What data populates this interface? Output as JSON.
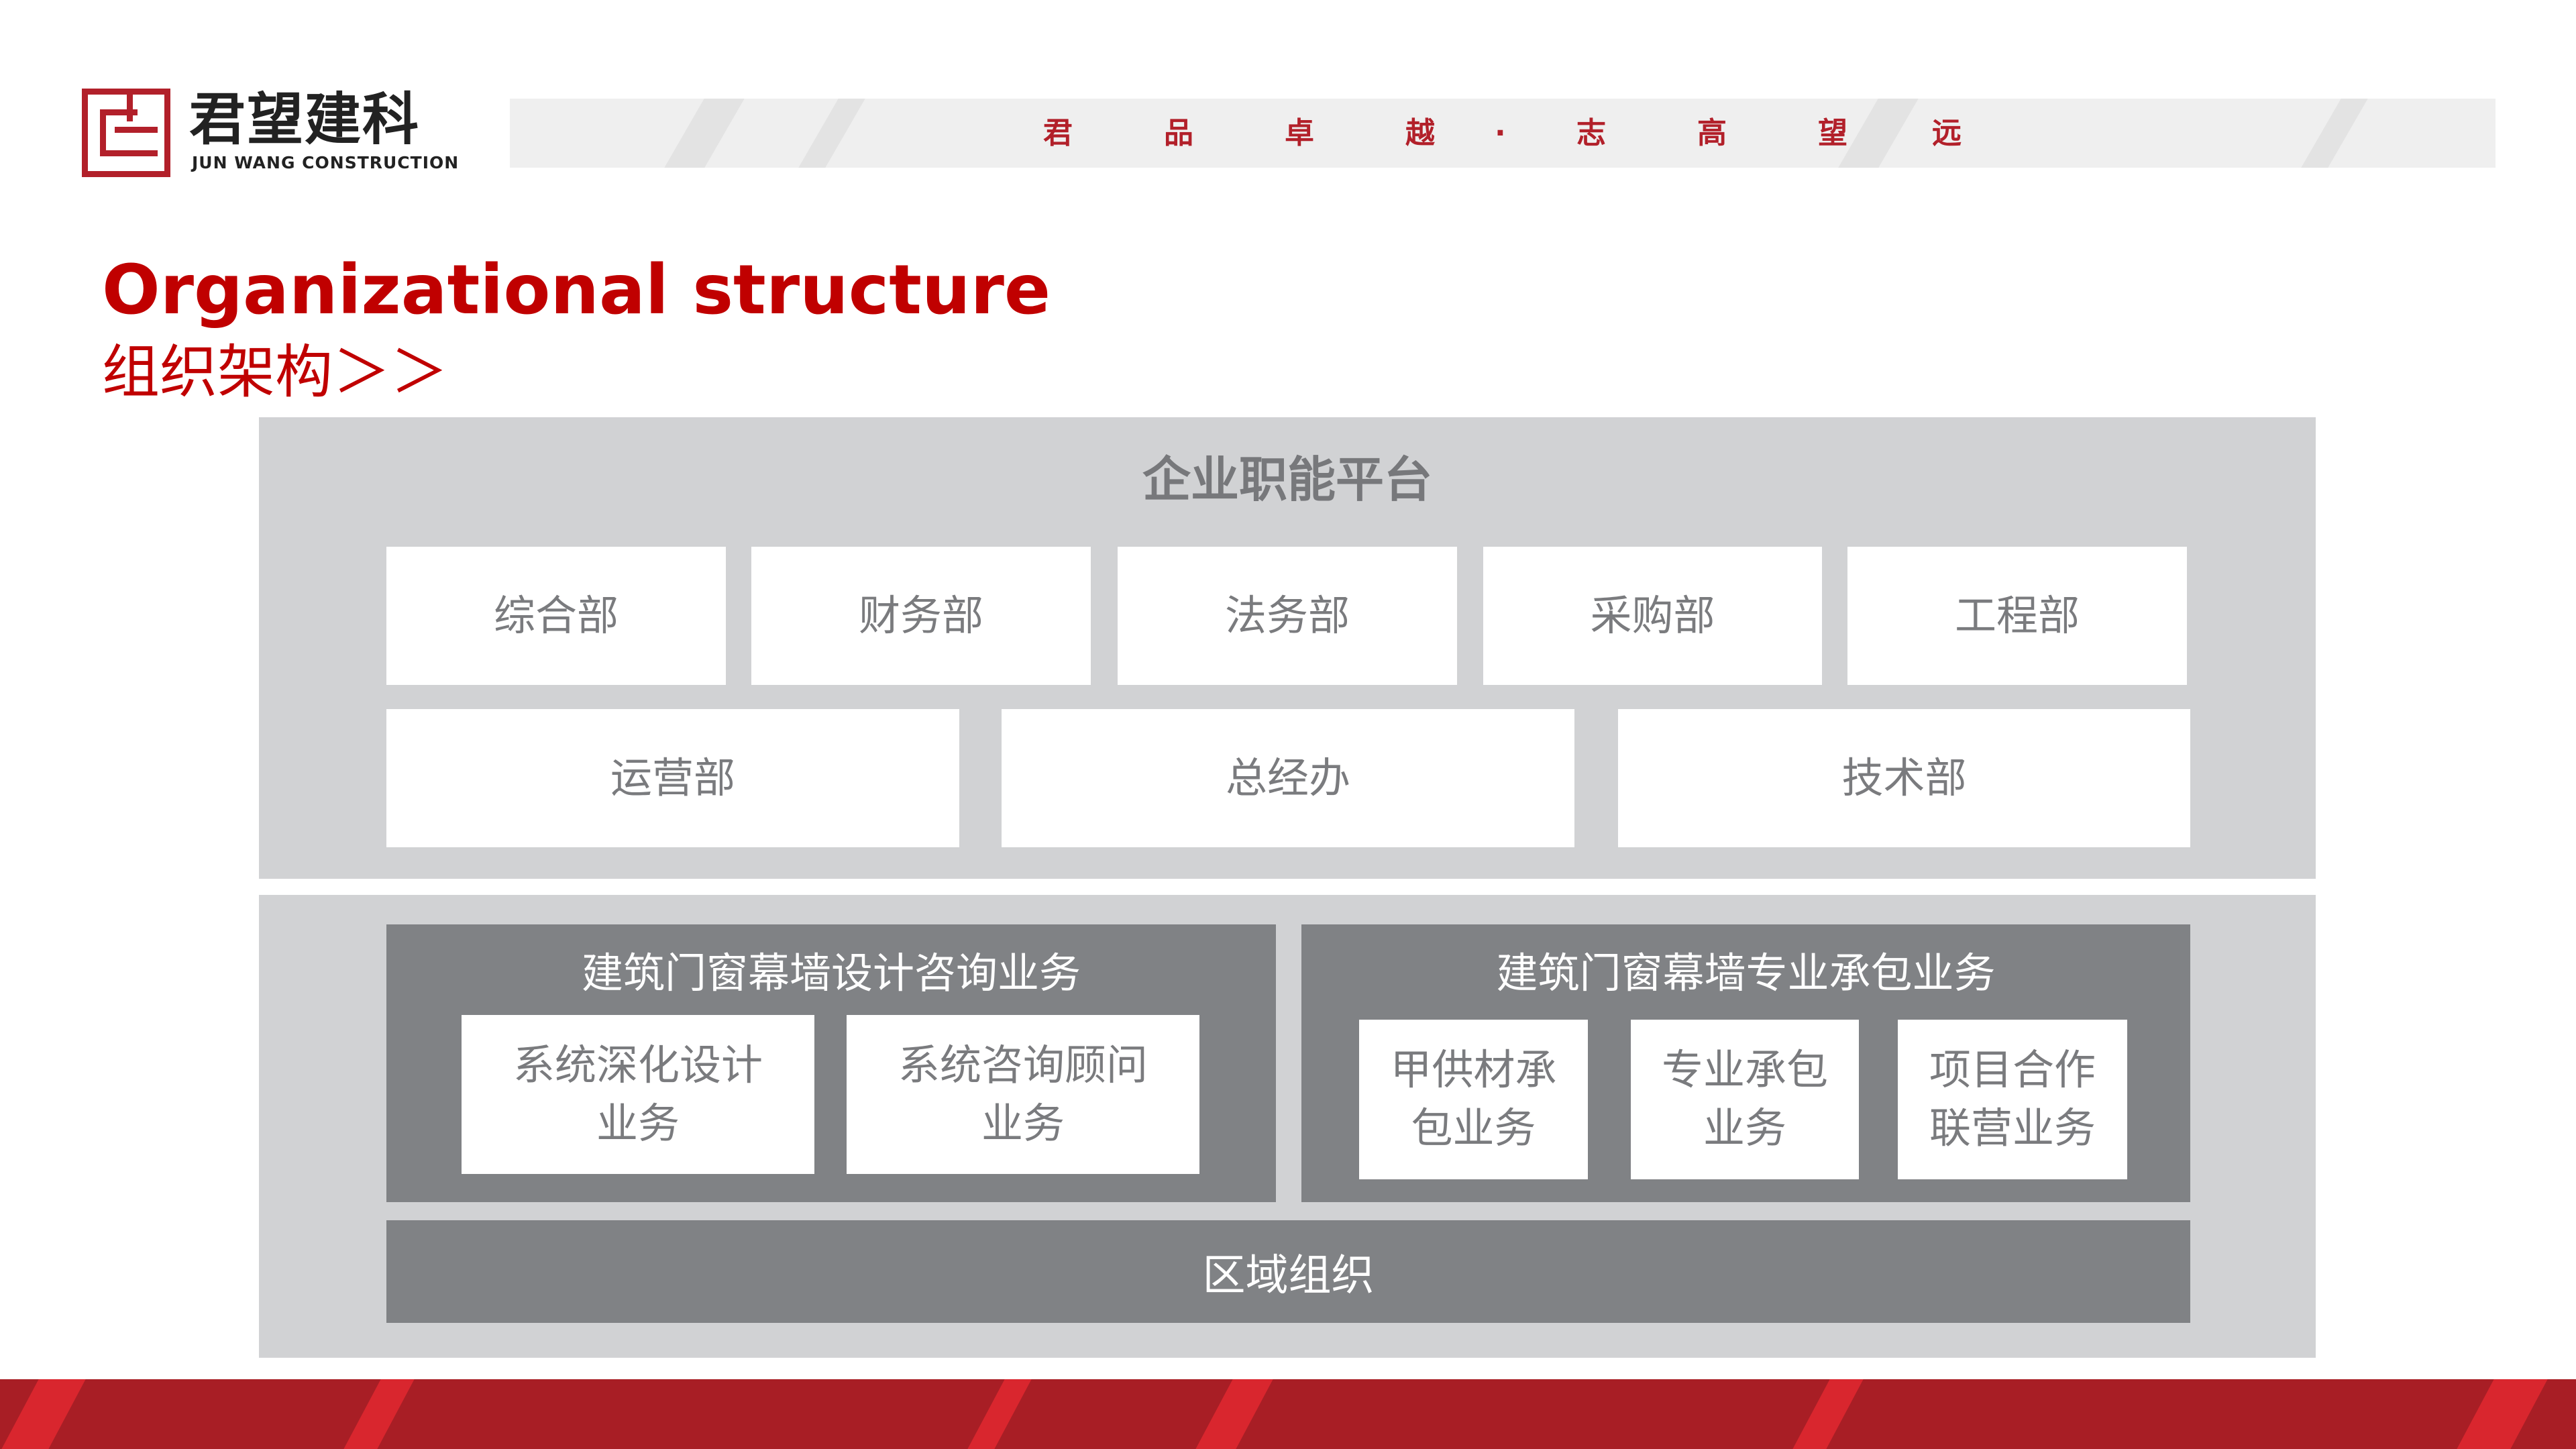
{
  "brand": {
    "name_cn": "君望建科",
    "name_en": "JUN WANG CONSTRUCTION"
  },
  "slogan": [
    "君",
    "品",
    "卓",
    "越",
    "·",
    "志",
    "高",
    "望",
    "远"
  ],
  "title": {
    "en": "Organizational structure",
    "cn": "组织架构＞＞"
  },
  "platform": {
    "title": "企业职能平台",
    "row1": [
      "综合部",
      "财务部",
      "法务部",
      "采购部",
      "工程部"
    ],
    "row2": [
      "运营部",
      "总经办",
      "技术部"
    ]
  },
  "business": {
    "design": {
      "title": "建筑门窗幕墙设计咨询业务",
      "items": [
        [
          "系统深化设计",
          "业务"
        ],
        [
          "系统咨询顾问",
          "业务"
        ]
      ]
    },
    "contract": {
      "title": "建筑门窗幕墙专业承包业务",
      "items": [
        [
          "甲供材承",
          "包业务"
        ],
        [
          "专业承包",
          "业务"
        ],
        [
          "项目合作",
          "联营业务"
        ]
      ]
    },
    "region": "区域组织"
  },
  "colors": {
    "brand_red": "#b2202a",
    "title_red": "#c00000",
    "panel_gray": "#d1d2d4",
    "dark_gray": "#808285",
    "footer_red": "#a81e25"
  }
}
